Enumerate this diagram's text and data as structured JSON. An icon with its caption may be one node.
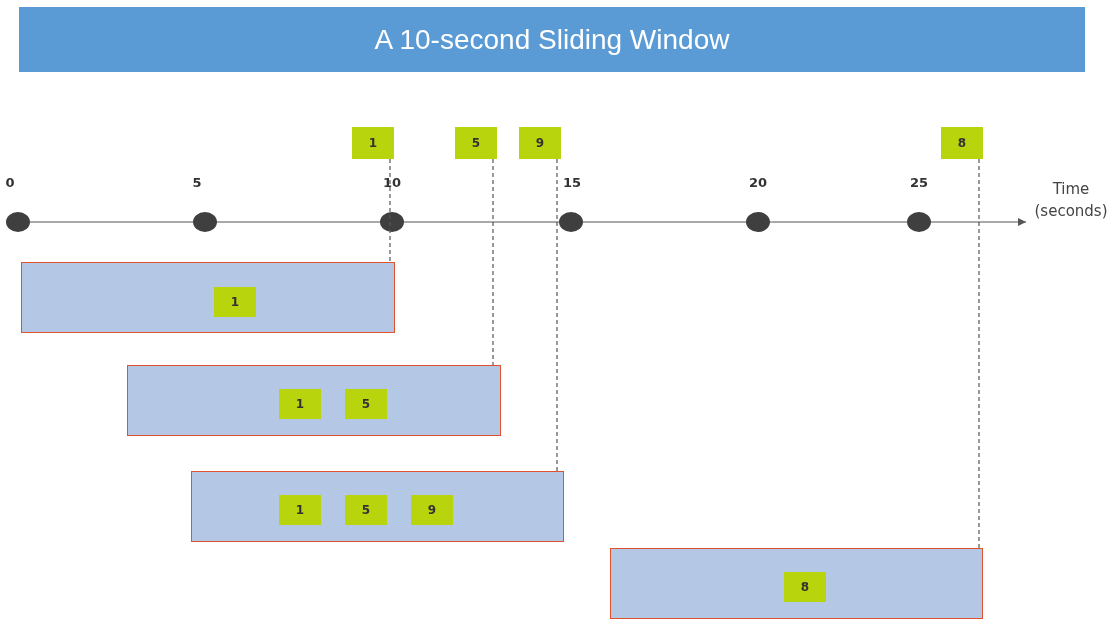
{
  "diagram": {
    "title": "A 10-second Sliding Window",
    "nodes": [
      {
        "text": [
          "1"
        ]
      },
      {
        "text": [
          "5"
        ]
      },
      {
        "text": [
          "9"
        ]
      },
      {
        "text": [
          "8"
        ]
      },
      {
        "text": [],
        "shape": "box"
      },
      {
        "text": [
          "1"
        ],
        "in": 4
      },
      {
        "text": [],
        "shape": "box"
      },
      {
        "text": [
          "1"
        ],
        "in": 6
      },
      {
        "text": [
          "5"
        ],
        "in": 6
      },
      {
        "text": [],
        "shape": "box"
      },
      {
        "text": [
          "1"
        ],
        "in": 9
      },
      {
        "text": [
          "5"
        ],
        "in": 9
      },
      {
        "text": [
          "9"
        ],
        "in": 9
      },
      {
        "text": [],
        "shape": "box"
      },
      {
        "text": [
          "8"
        ],
        "in": 13
      }
    ],
    "edges": [
      {
        "from": 0,
        "to": 4,
        "arrow": "none",
        "style": "dashed"
      },
      {
        "from": 1,
        "to": 6,
        "arrow": "none",
        "style": "dashed"
      },
      {
        "from": 2,
        "to": 9,
        "arrow": "none",
        "style": "dashed"
      },
      {
        "from": 3,
        "to": 13,
        "arrow": "none",
        "style": "dashed"
      }
    ],
    "labels": [
      "0",
      "5",
      "10",
      "15",
      "20",
      "25",
      "Time (seconds)"
    ]
  }
}
